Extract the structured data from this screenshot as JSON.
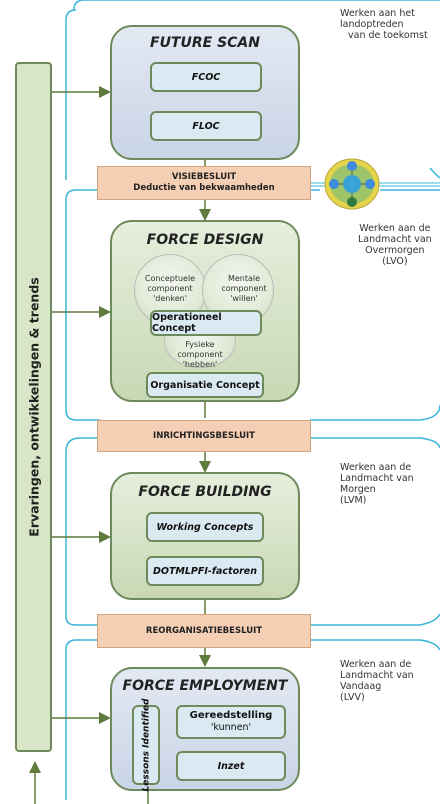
{
  "left_bar": {
    "label": "Ervaringen, ontwikkelingen & trends"
  },
  "future_scan": {
    "title": "FUTURE SCAN",
    "items": [
      "FCOC",
      "FLOC"
    ]
  },
  "force_design": {
    "title": "FORCE DESIGN",
    "conceptual": {
      "line1": "Conceptuele",
      "line2": "component",
      "line3": "'denken'"
    },
    "mental": {
      "line1": "Mentale",
      "line2": "component",
      "line3": "'willen'"
    },
    "physical": {
      "line1": "Fysieke",
      "line2": "component",
      "line3": "'hebben'"
    },
    "operational_concept": "Operationeel Concept",
    "organisation_concept": "Organisatie Concept"
  },
  "force_building": {
    "title": "FORCE BUILDING",
    "items": [
      "Working Concepts",
      "DOTMLPFI-factoren"
    ]
  },
  "force_employment": {
    "title": "FORCE EMPLOYMENT",
    "lessons": "Lessons Identified",
    "readiness": {
      "line1": "Gereedstelling",
      "line2": "'kunnen'"
    },
    "deployment": "Inzet"
  },
  "decisions": {
    "visie": {
      "line1": "VISIEBESLUIT",
      "line2": "Deductie van bekwaamheden"
    },
    "inrichting": "INRICHTINGSBESLUIT",
    "reorganisatie": "REORGANISATIEBESLUIT"
  },
  "side_labels": {
    "top": [
      "Werken aan het",
      "landoptreden",
      "van de toekomst"
    ],
    "lvo": [
      "Werken aan de",
      "Landmacht van",
      "Overmorgen",
      "(LVO)"
    ],
    "lvm": [
      "Werken aan de",
      "Landmacht van",
      "Morgen",
      "(LVM)"
    ],
    "lvv": [
      "Werken aan de",
      "Landmacht van",
      "Vandaag",
      "(LVV)"
    ]
  },
  "colors": {
    "cyan_line": "#3ab5d8",
    "green_border": "#6e8a5c",
    "arrow": "#5e7a3d",
    "decision_fill": "#f5cfb3",
    "inner_fill": "#dbe9f2"
  }
}
